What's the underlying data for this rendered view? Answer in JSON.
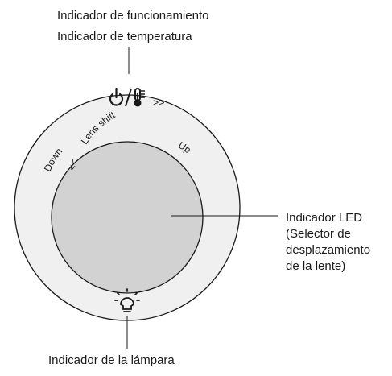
{
  "labels": {
    "operation_indicator": "Indicador de funcionamiento",
    "temperature_indicator": "Indicador de temperatura",
    "led_indicator": {
      "line1": "Indicador LED",
      "line2": "(Selector de",
      "line3": "desplazamiento",
      "line4": "de la lente)"
    },
    "lamp_indicator": "Indicador de la lámpara"
  },
  "dial": {
    "down_label": "Down",
    "left_arrows": "<<",
    "lens_shift_label": "Lens shift",
    "right_arrows": ">>",
    "up_label": "Up"
  },
  "icons": [
    "power-icon",
    "thermometer-icon",
    "lamp-icon"
  ],
  "colors": {
    "outer_ring_fill": "#f0f0f0",
    "inner_button_fill": "#d2d2d2",
    "stroke": "#1a1a1a"
  }
}
